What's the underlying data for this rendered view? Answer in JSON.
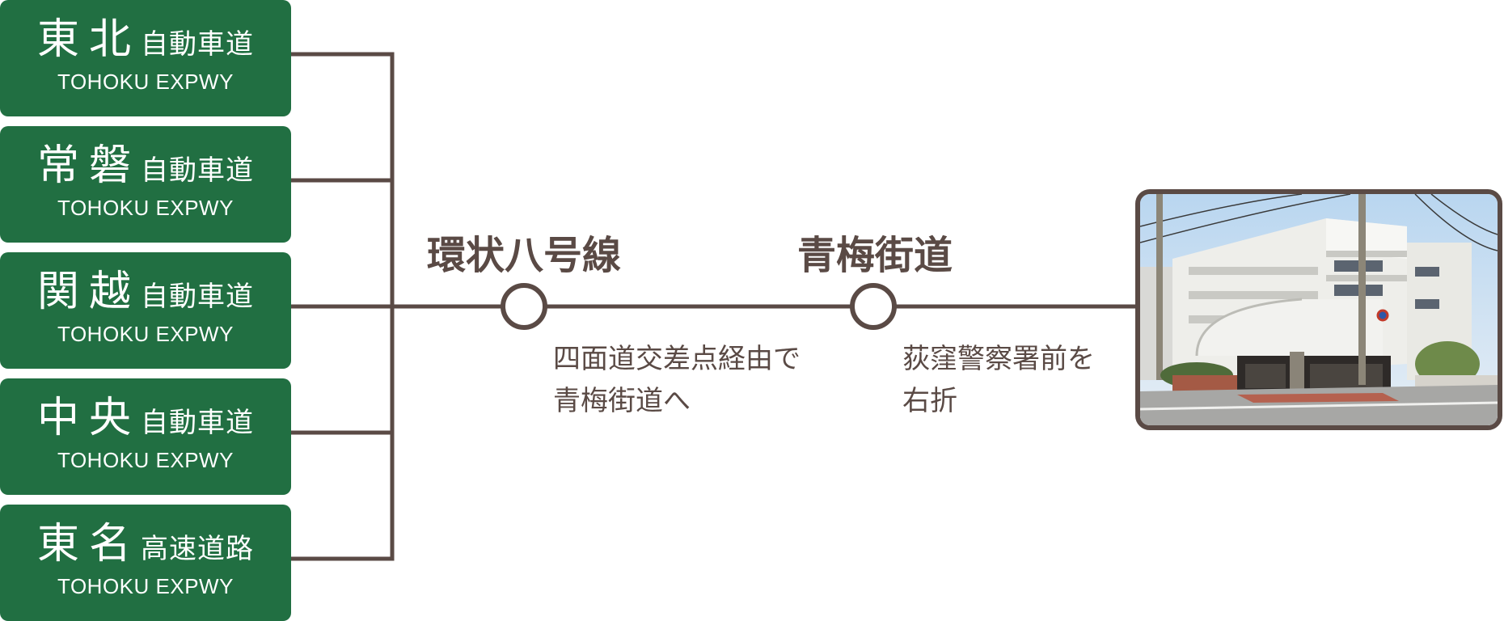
{
  "expressways": [
    {
      "name": "東北",
      "type": "自動車道",
      "english": "TOHOKU EXPWY"
    },
    {
      "name": "常磐",
      "type": "自動車道",
      "english": "TOHOKU EXPWY"
    },
    {
      "name": "関越",
      "type": "自動車道",
      "english": "TOHOKU EXPWY"
    },
    {
      "name": "中央",
      "type": "自動車道",
      "english": "TOHOKU EXPWY"
    },
    {
      "name": "東名",
      "type": "高速道路",
      "english": "TOHOKU EXPWY"
    }
  ],
  "route": {
    "first_road": "環状八号線",
    "first_note_line1": "四面道交差点経由で",
    "first_note_line2": "青梅街道へ",
    "second_road": "青梅街道",
    "second_note_line1": "荻窪警察署前を",
    "second_note_line2": "右折"
  },
  "colors": {
    "expressway_sign": "#216f42",
    "route_line": "#5a4a45",
    "text": "#5a4a45"
  },
  "icons": {
    "station_marker": "circle",
    "destination": "building-photo"
  }
}
